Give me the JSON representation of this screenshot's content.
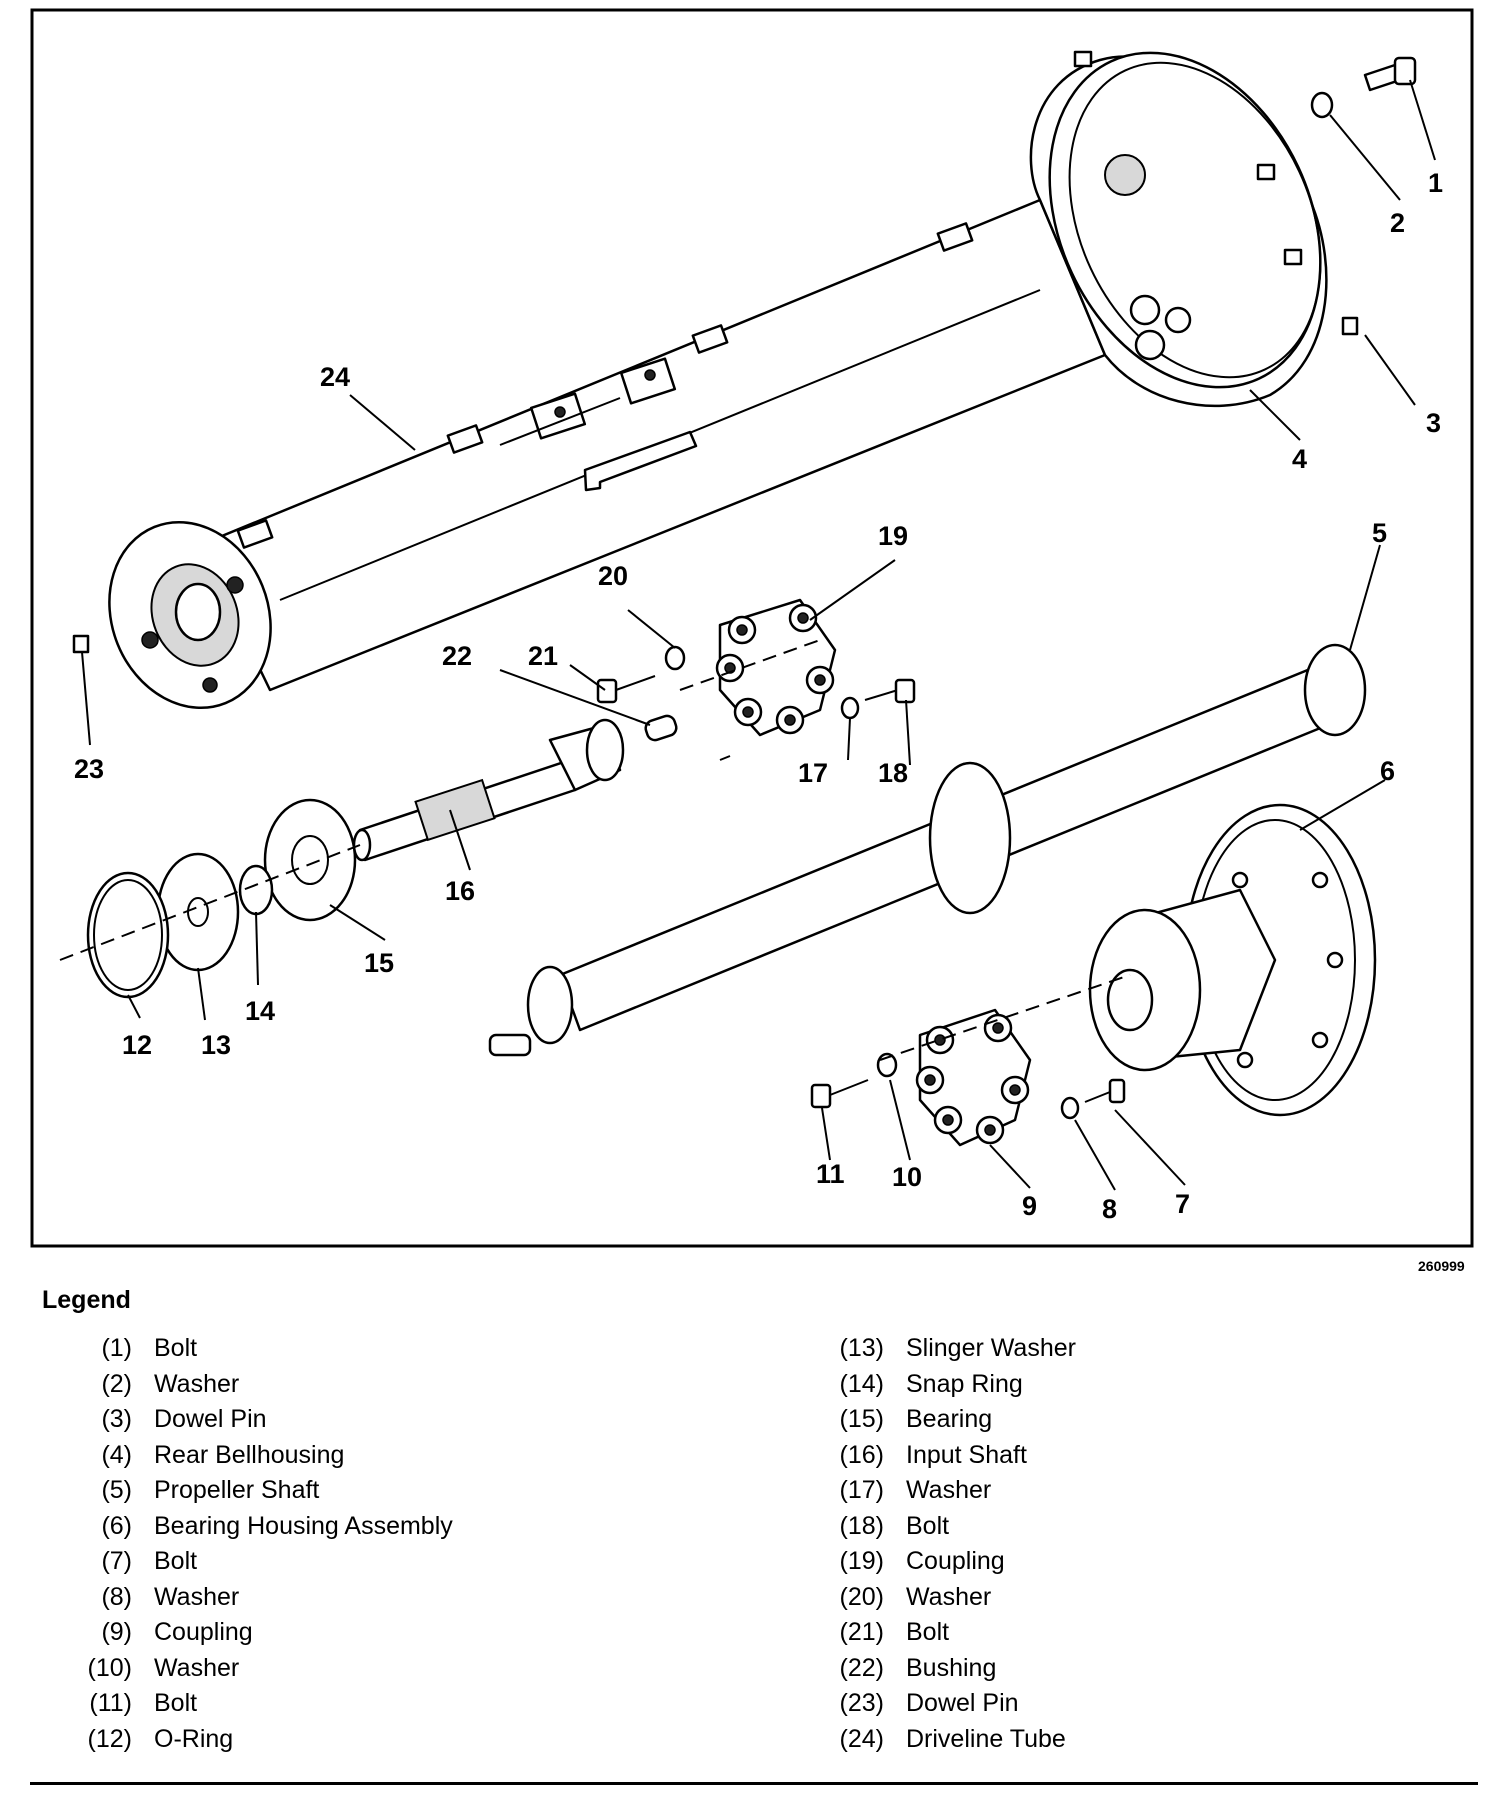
{
  "figure": {
    "id": "260999",
    "callouts": [
      "1",
      "2",
      "3",
      "4",
      "5",
      "6",
      "7",
      "8",
      "9",
      "10",
      "11",
      "12",
      "13",
      "14",
      "15",
      "16",
      "17",
      "18",
      "19",
      "20",
      "21",
      "22",
      "23",
      "24"
    ]
  },
  "legend": {
    "title": "Legend",
    "items": [
      {
        "num": "(1)",
        "name": "Bolt"
      },
      {
        "num": "(2)",
        "name": "Washer"
      },
      {
        "num": "(3)",
        "name": "Dowel Pin"
      },
      {
        "num": "(4)",
        "name": "Rear Bellhousing"
      },
      {
        "num": "(5)",
        "name": "Propeller Shaft"
      },
      {
        "num": "(6)",
        "name": "Bearing Housing Assembly"
      },
      {
        "num": "(7)",
        "name": "Bolt"
      },
      {
        "num": "(8)",
        "name": "Washer"
      },
      {
        "num": "(9)",
        "name": "Coupling"
      },
      {
        "num": "(10)",
        "name": "Washer"
      },
      {
        "num": "(11)",
        "name": "Bolt"
      },
      {
        "num": "(12)",
        "name": "O-Ring"
      },
      {
        "num": "(13)",
        "name": "Slinger Washer"
      },
      {
        "num": "(14)",
        "name": "Snap Ring"
      },
      {
        "num": "(15)",
        "name": "Bearing"
      },
      {
        "num": "(16)",
        "name": "Input Shaft"
      },
      {
        "num": "(17)",
        "name": "Washer"
      },
      {
        "num": "(18)",
        "name": "Bolt"
      },
      {
        "num": "(19)",
        "name": "Coupling"
      },
      {
        "num": "(20)",
        "name": "Washer"
      },
      {
        "num": "(21)",
        "name": "Bolt"
      },
      {
        "num": "(22)",
        "name": "Bushing"
      },
      {
        "num": "(23)",
        "name": "Dowel Pin"
      },
      {
        "num": "(24)",
        "name": "Driveline Tube"
      }
    ]
  }
}
